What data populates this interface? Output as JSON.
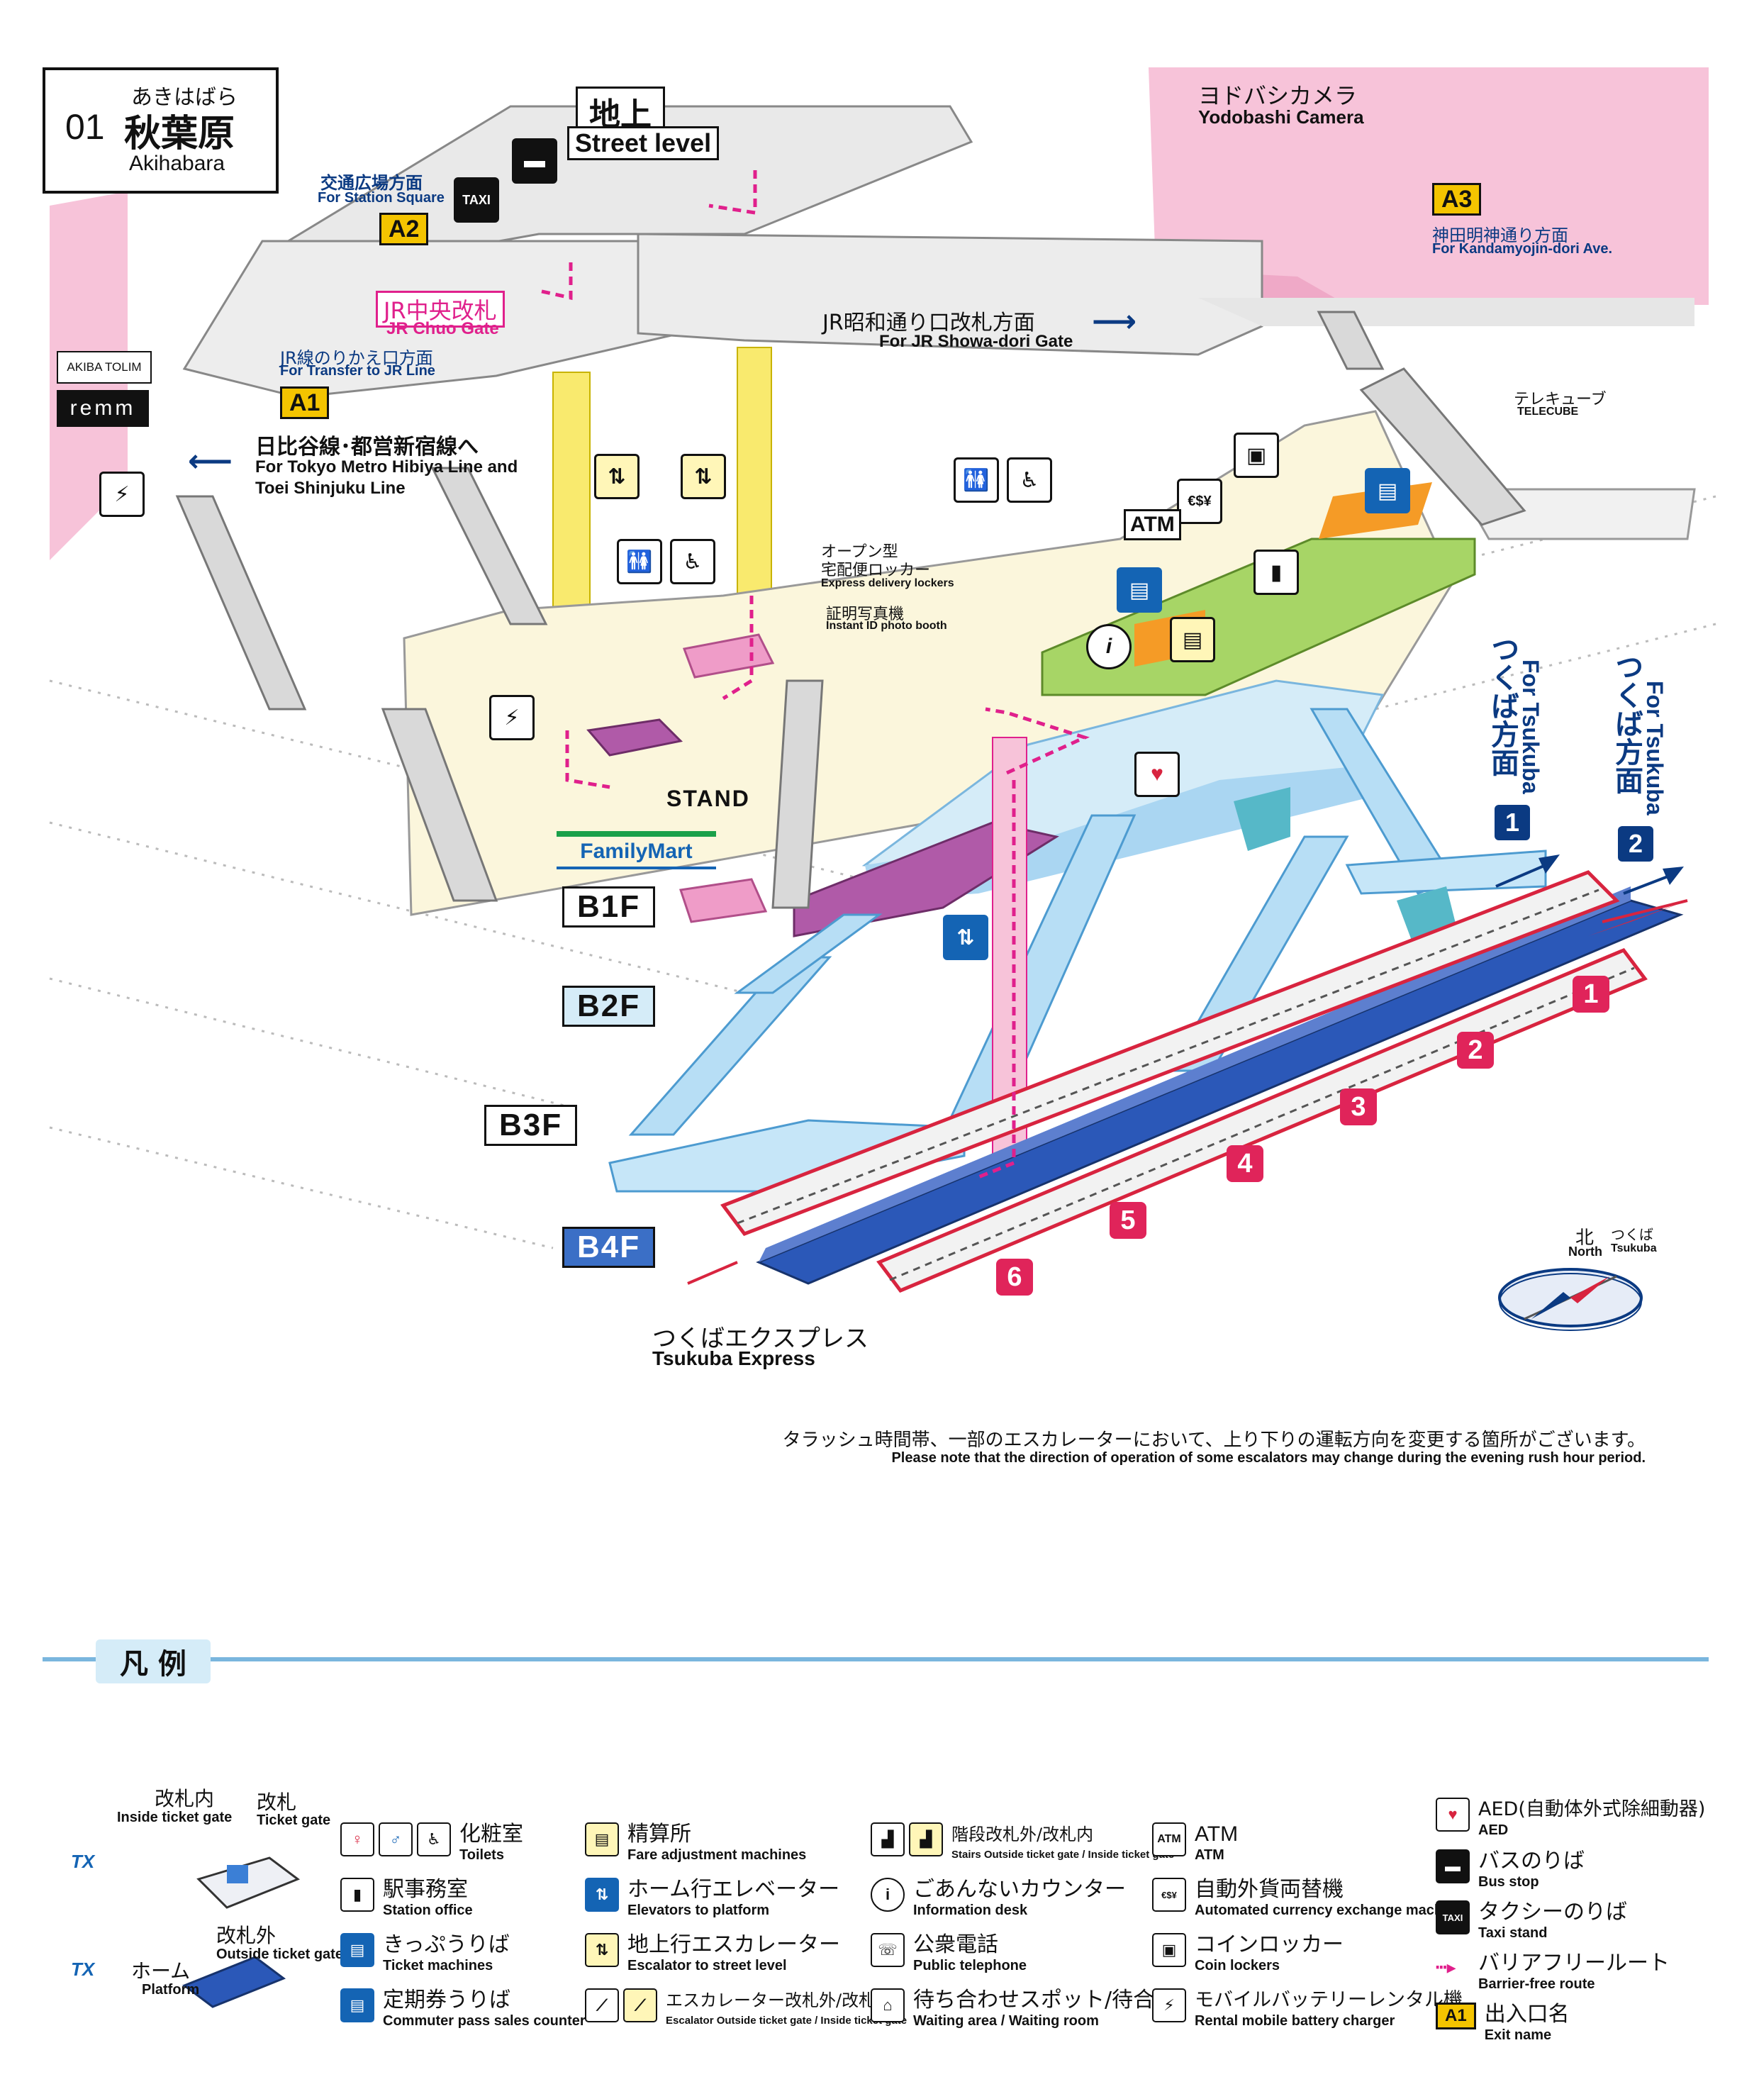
{
  "station": {
    "number": "01",
    "name_jp": "秋葉原",
    "kana": "あきはばら",
    "name_en": "Akihabara"
  },
  "street_level": {
    "jp": "地上",
    "en": "Street level"
  },
  "exits": {
    "a1": {
      "code": "A1",
      "jp": "JR線のりかえ口方面",
      "en": "For Transfer to JR Line"
    },
    "a2": {
      "code": "A2",
      "jp": "交通広場方面",
      "en": "For Station Square"
    },
    "a3": {
      "code": "A3",
      "jp": "神田明神通り方面",
      "en": "For Kandamyojin-dori Ave."
    }
  },
  "buildings": {
    "yodobashi": {
      "jp": "ヨドバシカメラ",
      "en": "Yodobashi Camera"
    },
    "akiba_logo": "AKIBA TOLIM",
    "remm_logo": "remm",
    "telecube": {
      "jp": "テレキューブ",
      "en": "TELECUBE"
    }
  },
  "gates": {
    "jr_chuo": {
      "jp": "JR中央改札",
      "en": "JR Chuo Gate"
    },
    "jr_showa": {
      "jp": "JR昭和通り口改札方面",
      "en": "For JR Showa-dori Gate"
    },
    "hibiya": {
      "jp": "日比谷線･都営新宿線へ",
      "en1": "For Tokyo Metro Hibiya Line and",
      "en2": "Toei Shinjuku Line"
    }
  },
  "facilities": {
    "lockers": {
      "jp1": "オープン型",
      "jp2": "宅配便ロッカー",
      "en": "Express delivery lockers"
    },
    "photo": {
      "jp": "証明写真機",
      "en": "Instant ID photo booth"
    },
    "familymart": "FamilyMart",
    "stand": "STAND",
    "atm": "ATM"
  },
  "floors": [
    "B1F",
    "B2F",
    "B3F",
    "B4F"
  ],
  "directions": {
    "tsukuba_jp": "つくば方面",
    "tsukuba_en": "For Tsukuba",
    "track1": "1",
    "track2": "2"
  },
  "platforms": [
    "1",
    "2",
    "3",
    "4",
    "5",
    "6"
  ],
  "line": {
    "jp": "つくばエクスプレス",
    "en": "Tsukuba Express"
  },
  "compass": {
    "north_jp": "北",
    "north_en": "North",
    "tsukuba_jp": "つくば",
    "tsukuba_en": "Tsukuba"
  },
  "notice": {
    "jp": "タラッシュ時間帯、一部のエスカレーターにおいて、上り下りの運転方向を変更する箇所がございます。",
    "en": "Please note that the direction of operation of some escalators may change during the evening rush hour period."
  },
  "legend": {
    "title": "凡 例",
    "gate_inside": {
      "jp": "改札内",
      "en": "Inside ticket gate"
    },
    "gate": {
      "jp": "改札",
      "en": "Ticket gate"
    },
    "gate_outside": {
      "jp": "改札外",
      "en": "Outside ticket gate"
    },
    "platform": {
      "jp": "ホーム",
      "en": "Platform"
    },
    "tx_logo": "TX",
    "items": [
      {
        "jp": "化粧室",
        "en": "Toilets"
      },
      {
        "jp": "駅事務室",
        "en": "Station office"
      },
      {
        "jp": "きっぷうりば",
        "en": "Ticket machines"
      },
      {
        "jp": "定期券うりば",
        "en": "Commuter pass sales counter"
      },
      {
        "jp": "精算所",
        "en": "Fare adjustment machines"
      },
      {
        "jp": "ホーム行エレベーター",
        "en": "Elevators to platform"
      },
      {
        "jp": "地上行エスカレーター",
        "en": "Escalator to street level"
      },
      {
        "jp": "エスカレーター改札外/改札内",
        "en": "Escalator Outside ticket gate / Inside ticket gate"
      },
      {
        "jp": "階段改札外/改札内",
        "en": "Stairs Outside ticket gate / Inside ticket gate"
      },
      {
        "jp": "ごあんないカウンター",
        "en": "Information desk"
      },
      {
        "jp": "公衆電話",
        "en": "Public telephone"
      },
      {
        "jp": "待ち合わせスポット/待合室",
        "en": "Waiting area / Waiting room"
      },
      {
        "jp": "ATM",
        "en": "ATM"
      },
      {
        "jp": "自動外貨両替機",
        "en": "Automated currency exchange machine"
      },
      {
        "jp": "コインロッカー",
        "en": "Coin lockers"
      },
      {
        "jp": "モバイルバッテリーレンタル機",
        "en": "Rental mobile battery charger"
      },
      {
        "jp": "AED(自動体外式除細動器)",
        "en": "AED"
      },
      {
        "jp": "バスのりば",
        "en": "Bus stop"
      },
      {
        "jp": "タクシーのりば",
        "en": "Taxi stand"
      },
      {
        "jp": "バリアフリールート",
        "en": "Barrier-free route"
      },
      {
        "jp": "出入口名",
        "en": "Exit name"
      }
    ],
    "exit_sample": "A1",
    "taxi_icon": "TAXI"
  },
  "colors": {
    "b1f": "#fbf6dc",
    "b2f": "#d5ecf8",
    "b3f": "#9fd3f0",
    "platform": "#2b58b8",
    "pink_building": "#f7c3d9",
    "barrier_free": "#e0208c",
    "train_red": "#d8243f"
  }
}
